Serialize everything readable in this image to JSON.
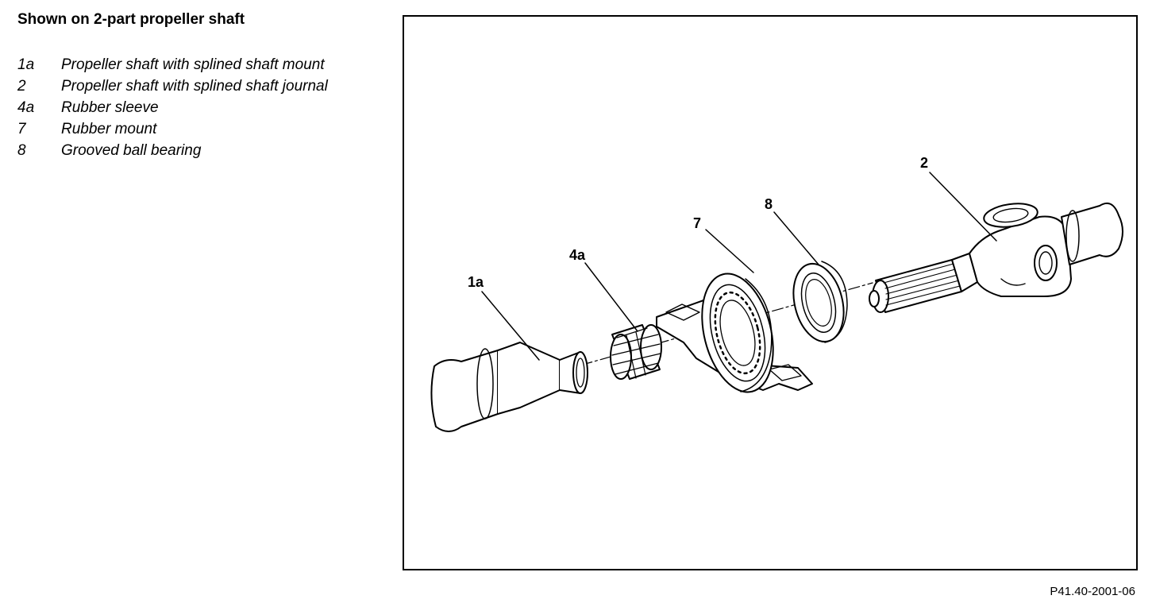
{
  "title": "Shown on 2-part propeller shaft",
  "legend": [
    {
      "num": "1a",
      "text": "Propeller shaft with splined shaft mount"
    },
    {
      "num": "2",
      "text": "Propeller shaft with splined shaft journal"
    },
    {
      "num": "4a",
      "text": "Rubber sleeve"
    },
    {
      "num": "7",
      "text": "Rubber mount"
    },
    {
      "num": "8",
      "text": "Grooved ball bearing"
    }
  ],
  "figure": {
    "callouts": {
      "c1a": "1a",
      "c4a": "4a",
      "c7": "7",
      "c8": "8",
      "c2": "2"
    },
    "code": "P41.40-2001-06"
  }
}
